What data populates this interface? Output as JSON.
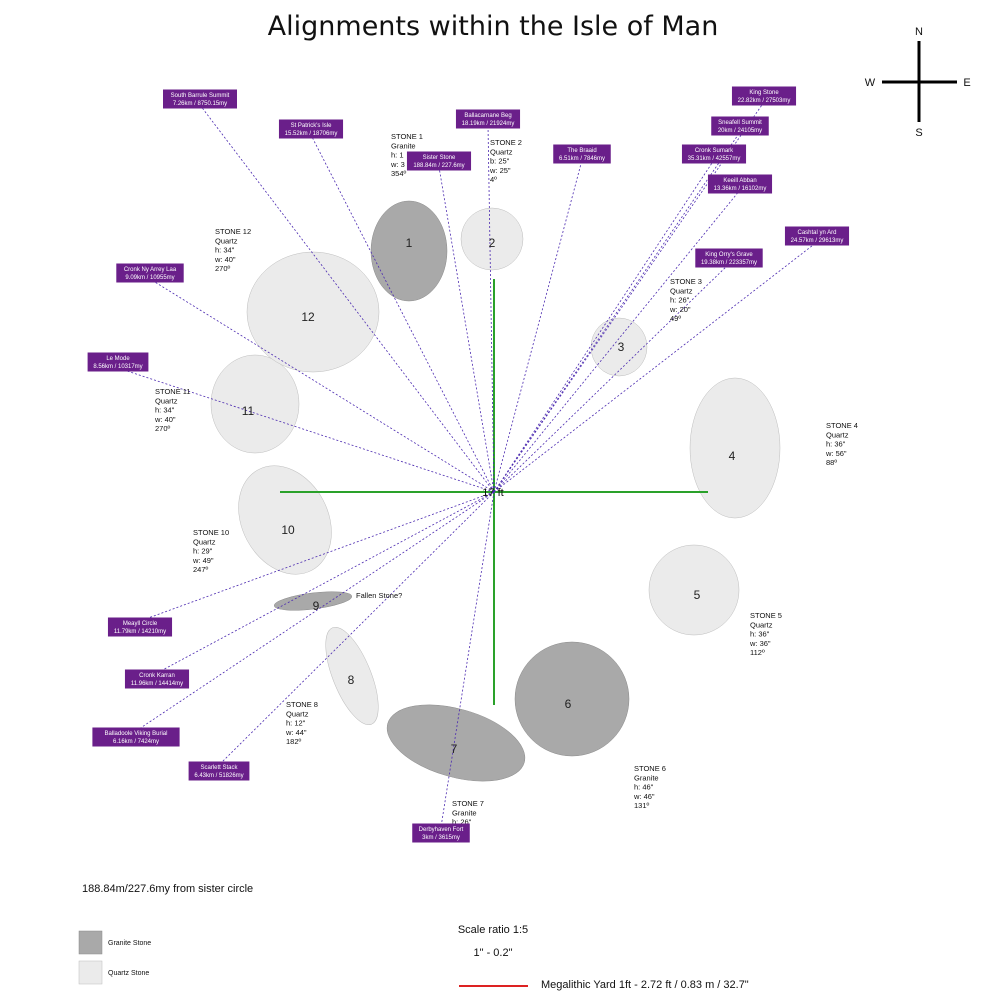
{
  "title": "Alignments within the Isle of Man",
  "compass": {
    "n": "N",
    "s": "S",
    "e": "E",
    "w": "W"
  },
  "center_label": "17 ft",
  "colors": {
    "granite": "#a9a9a9",
    "quartz": "#ebebeb",
    "label_bg": "#6a1f8a",
    "axis": "#2aa12a",
    "alignment_line": "#4b2ab0",
    "megalithic_line": "#dd2222"
  },
  "stones": [
    {
      "num": "1",
      "type": "granite",
      "info": [
        "STONE 1",
        "Granite",
        "h: 1",
        "w: 3",
        "354º"
      ]
    },
    {
      "num": "2",
      "type": "quartz",
      "info": [
        "STONE 2",
        "Quartz",
        "b: 25\"",
        "w: 25\"",
        "4º"
      ]
    },
    {
      "num": "3",
      "type": "quartz",
      "info": [
        "STONE 3",
        "Quartz",
        "h: 26\"",
        "w: 20\"",
        "49º"
      ]
    },
    {
      "num": "4",
      "type": "quartz",
      "info": [
        "STONE 4",
        "Quartz",
        "h: 36\"",
        "w: 56\"",
        "88º"
      ]
    },
    {
      "num": "5",
      "type": "quartz",
      "info": [
        "STONE 5",
        "Quartz",
        "h: 36\"",
        "w: 36\"",
        "112º"
      ]
    },
    {
      "num": "6",
      "type": "granite",
      "info": [
        "STONE 6",
        "Granite",
        "h: 46\"",
        "w: 46\"",
        "131º"
      ]
    },
    {
      "num": "7",
      "type": "granite",
      "info": [
        "STONE 7",
        "Granite",
        "h: 26\""
      ]
    },
    {
      "num": "8",
      "type": "quartz",
      "info": [
        "STONE 8",
        "Quartz",
        "h: 12\"",
        "w: 44\"",
        "182º"
      ]
    },
    {
      "num": "9",
      "type": "granite",
      "info": []
    },
    {
      "num": "10",
      "type": "quartz",
      "info": [
        "STONE 10",
        "Quartz",
        "h: 29\"",
        "w: 49\"",
        "247º"
      ]
    },
    {
      "num": "11",
      "type": "quartz",
      "info": [
        "STONE 11",
        "Quartz",
        "h: 34\"",
        "w: 40\"",
        "270º"
      ]
    },
    {
      "num": "12",
      "type": "quartz",
      "info": [
        "STONE 12",
        "Quartz",
        "h: 34\"",
        "w: 40\"",
        "270º"
      ]
    }
  ],
  "fallen_stone": "Fallen Stone?",
  "alignments": [
    {
      "name": "South Barrule Summit",
      "dist": "7.26km / 8750.15my"
    },
    {
      "name": "St Patrick's Isle",
      "dist": "15.52km / 18706my"
    },
    {
      "name": "Ballacarnane Beg",
      "dist": "18.19km / 21924my"
    },
    {
      "name": "Sister Stone",
      "dist": "188.84m / 227.6my"
    },
    {
      "name": "The Braaid",
      "dist": "6.51km / 7846my"
    },
    {
      "name": "King Stone",
      "dist": "22.82km / 27503my"
    },
    {
      "name": "Sneafell Summit",
      "dist": "20km / 24105my"
    },
    {
      "name": "Cronk Sumark",
      "dist": "35.31km / 42557my"
    },
    {
      "name": "Keeill Abban",
      "dist": "13.36km / 16102my"
    },
    {
      "name": "Cashtal yn Ard",
      "dist": "24.57km / 29613my"
    },
    {
      "name": "King Orry's Grave",
      "dist": "19.38km / 223357my"
    },
    {
      "name": "Cronk Ny Arrey Laa",
      "dist": "9.09km / 10955my"
    },
    {
      "name": "Le Mode",
      "dist": "8.56km / 10317my"
    },
    {
      "name": "Meayll Circle",
      "dist": "11.79km / 14210my"
    },
    {
      "name": "Cronk Karran",
      "dist": "11.96km / 14414my"
    },
    {
      "name": "Balladoole Viking Burial",
      "dist": "6.16km / 7424my"
    },
    {
      "name": "Scarlett Stack",
      "dist": "6.43km / 51826my"
    },
    {
      "name": "Derbyhaven Fort",
      "dist": "3km / 3615my"
    }
  ],
  "sister_note": "188.84m/227.6my from sister circle",
  "legend": {
    "granite": "Granite Stone",
    "quartz": "Quartz Stone"
  },
  "scale": {
    "ratio": "Scale ratio 1:5",
    "conversion": "1\" - 0.2\"",
    "megalithic": "Megalithic Yard 1ft - 2.72 ft / 0.83 m / 32.7\""
  }
}
